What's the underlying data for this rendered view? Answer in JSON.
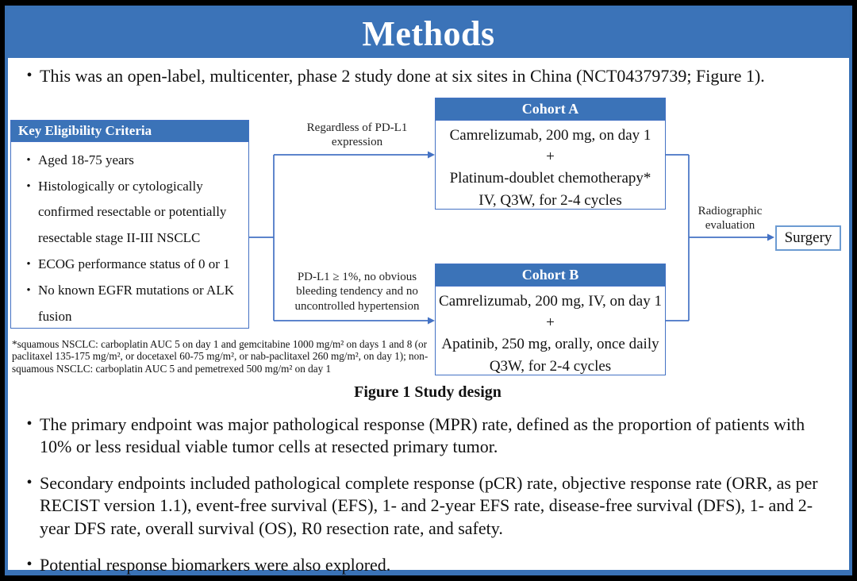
{
  "colors": {
    "accent_blue": "#3b73b8",
    "box_border_blue": "#4472c4",
    "surgery_border_blue": "#6c9bd2",
    "text_black": "#111111",
    "background_white": "#ffffff"
  },
  "title": "Methods",
  "intro_bullet": "This was an open-label, multicenter, phase 2 study done at six sites in China (NCT04379739; Figure 1).",
  "diagram": {
    "eligibility": {
      "header": "Key  Eligibility Criteria",
      "bullets": [
        "Aged 18-75 years",
        "Histologically or cytologically confirmed resectable or potentially resectable stage II-III NSCLC",
        "ECOG performance status of 0 or 1",
        "No known EGFR mutations or ALK fusion"
      ]
    },
    "branch_labels": {
      "to_cohort_a": "Regardless of PD-L1 expression",
      "to_cohort_b": "PD-L1 ≥ 1%, no obvious bleeding tendency and no uncontrolled hypertension"
    },
    "cohort_a": {
      "header": "Cohort A",
      "lines": [
        "Camrelizumab, 200 mg, on day 1",
        "+",
        "Platinum-doublet chemotherapy*",
        "IV, Q3W, for 2-4 cycles"
      ]
    },
    "cohort_b": {
      "header": "Cohort B",
      "lines": [
        "Camrelizumab, 200 mg, IV, on day 1",
        "+",
        "Apatinib, 250 mg, orally, once daily",
        "Q3W, for 2-4 cycles"
      ]
    },
    "evaluation_label": "Radiographic evaluation",
    "surgery_label": "Surgery",
    "footnote": "*squamous NSCLC: carboplatin AUC 5 on day 1 and gemcitabine 1000 mg/m² on days 1 and 8 (or paclitaxel 135-175 mg/m², or docetaxel 60-75 mg/m², or nab-paclitaxel 260 mg/m², on day 1); non-squamous NSCLC: carboplatin AUC 5 and pemetrexed 500 mg/m² on day 1",
    "caption": "Figure 1 Study design"
  },
  "bullets": [
    "The primary endpoint was major pathological response (MPR) rate, defined as the proportion of patients with 10% or less residual viable tumor cells at resected primary tumor.",
    "Secondary endpoints included pathological complete response (pCR) rate, objective response rate (ORR, as per RECIST version 1.1), event-free survival (EFS), 1- and 2-year EFS rate, disease-free survival (DFS), 1- and 2-year DFS rate, overall survival (OS), R0 resection rate, and safety.",
    "Potential response biomarkers were also explored."
  ]
}
